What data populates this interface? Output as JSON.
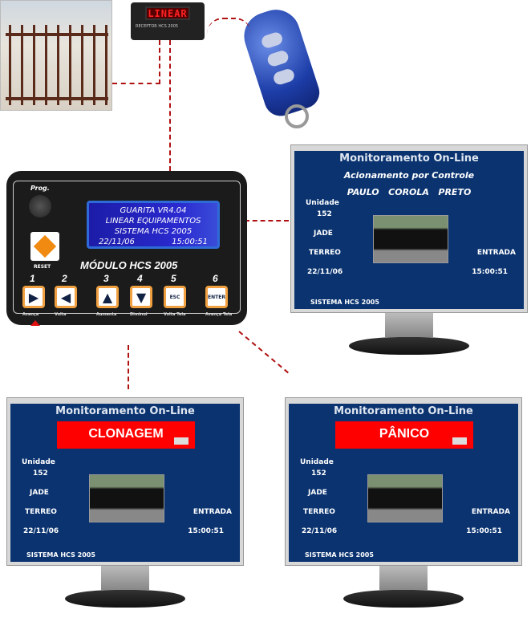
{
  "receiver": {
    "display": "LINEAR",
    "label": "RECEPTOR HCS 2005"
  },
  "module": {
    "prog_label": "Prog.",
    "reset_label": "RESET",
    "lcd": [
      "GUARITA VR4.04",
      "LINEAR EQUIPAMENTOS",
      "SISTEMA HCS 2005"
    ],
    "lcd_date": "22/11/06",
    "lcd_time": "15:00:51",
    "title": "MÓDULO HCS 2005",
    "keys": [
      {
        "num": "1",
        "glyph": "▶",
        "caption": "Avança"
      },
      {
        "num": "2",
        "glyph": "◀",
        "caption": "Volta"
      },
      {
        "num": "3",
        "glyph": "▲",
        "caption": "Aumenta"
      },
      {
        "num": "4",
        "glyph": "▼",
        "caption": "Diminui"
      },
      {
        "num": "5",
        "glyph": "ESC",
        "caption": "Volta Tela"
      },
      {
        "num": "6",
        "glyph": "ENTER",
        "caption": "Avança Tela"
      }
    ]
  },
  "monitors": [
    {
      "title": "Monitoramento On-Line",
      "subtitle": "Acionamento por Controle",
      "person": "PAULO   COROLA   PRETO",
      "unit_label": "Unidade",
      "unit": "152",
      "block": "JADE",
      "floor": "TERREO",
      "direction": "ENTRADA",
      "date": "22/11/06",
      "time": "15:00:51",
      "footer": "SISTEMA HCS 2005"
    },
    {
      "title": "Monitoramento On-Line",
      "alert": "CLONAGEM",
      "unit_label": "Unidade",
      "unit": "152",
      "block": "JADE",
      "floor": "TERREO",
      "direction": "ENTRADA",
      "date": "22/11/06",
      "time": "15:00:51",
      "footer": "SISTEMA HCS 2005"
    },
    {
      "title": "Monitoramento On-Line",
      "alert": "PÂNICO",
      "unit_label": "Unidade",
      "unit": "152",
      "block": "JADE",
      "floor": "TERREO",
      "direction": "ENTRADA",
      "date": "22/11/06",
      "time": "15:00:51",
      "footer": "SISTEMA HCS 2005"
    }
  ],
  "colors": {
    "connector": "#b01010",
    "screen": "#0a3370",
    "alert": "#ff0000",
    "key_border": "#f0a040"
  }
}
